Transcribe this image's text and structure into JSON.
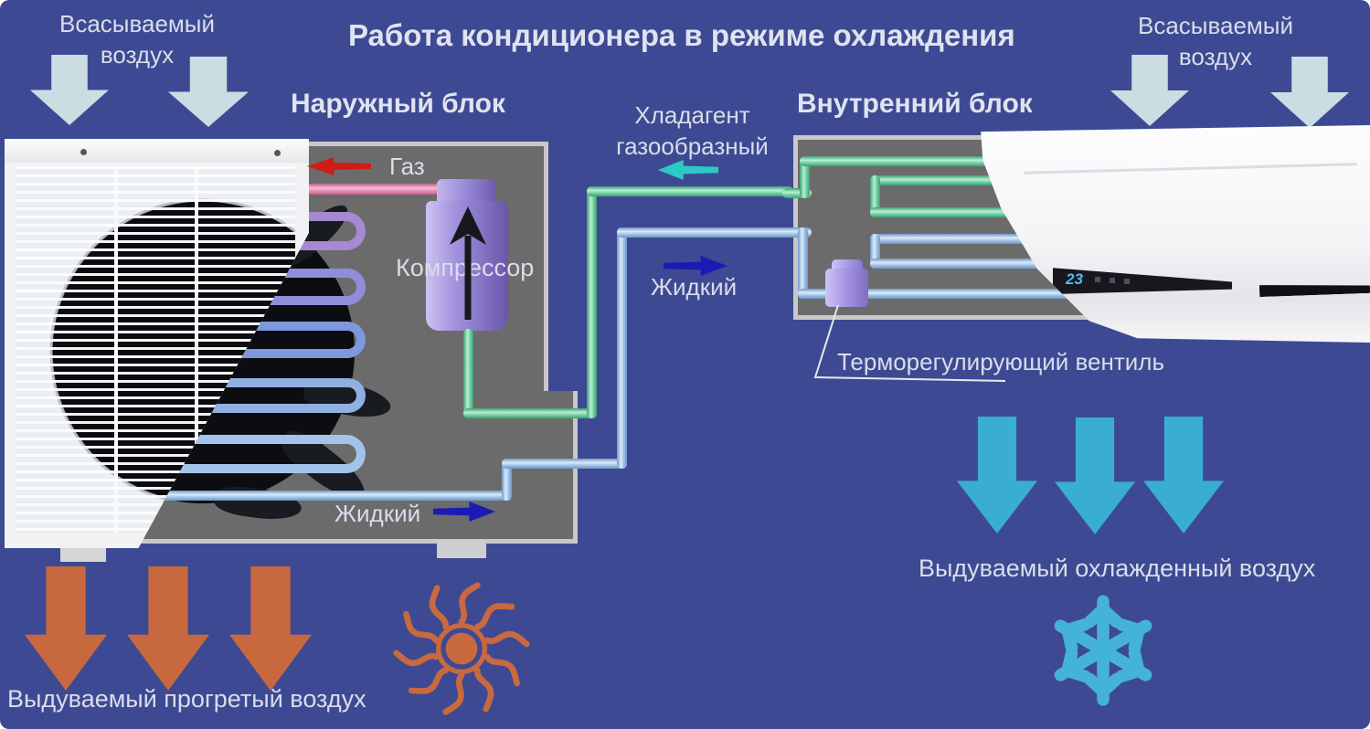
{
  "title": "Работа кондиционера в режиме охлаждения",
  "top": {
    "intake_left": "Всасываемый воздух",
    "intake_right": "Всасываемый воздух"
  },
  "outdoor_unit": {
    "label": "Наружный блок",
    "gas": "Газ",
    "compressor": "Компрессор",
    "liquid": "Жидкий",
    "exhaust": "Выдуваемый прогретый воздух"
  },
  "indoor_unit": {
    "label": "Внутренний блок",
    "valve": "Терморегулирующий вентиль",
    "exhaust": "Выдуваемый охлажденный воздух",
    "display_temperature": "23"
  },
  "pipes": {
    "refrigerant_gas": "Хладагент газообразный",
    "liquid": "Жидкий"
  },
  "icons": {
    "airflow": "block-arrow-down",
    "gas_flow": "block-arrow-left",
    "liquid_flow": "block-arrow-right",
    "compressor_flow": "arrow-up",
    "heat": "sun",
    "cold": "snowflake",
    "fan": "fan"
  },
  "colors": {
    "background": "#3d4a93",
    "pale_arrow": "#ccdce3",
    "warm_arrow": "#c8683e",
    "cool_arrow": "#3aaed2",
    "snowflake": "#45b3d8",
    "sun": "#c8693f",
    "unit_interior": "#6b6b6b",
    "interior_border": "#c8c8c8",
    "pipe_gas": "#62c795",
    "pipe_liquid": "#93b8e0",
    "pipe_hot_gas": "#e083ab",
    "compressor": "#8d7bcf",
    "valve": "#a697e2",
    "arrow_red": "#cf1d15",
    "arrow_cyan": "#2cc9c5",
    "arrow_blue": "#1b1bb4",
    "text": "#d9dde9",
    "display_digits": "#52b9ec"
  }
}
